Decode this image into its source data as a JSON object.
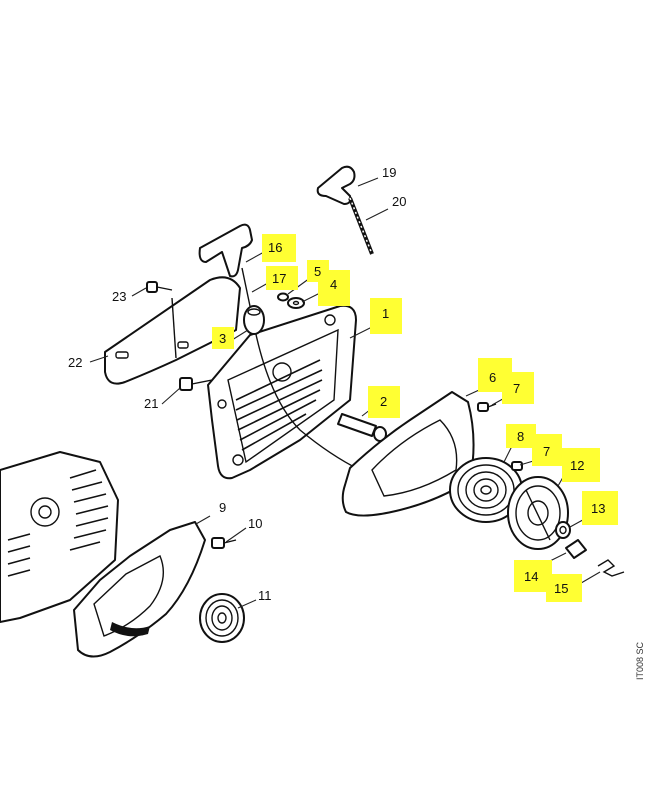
{
  "figure_code": "IT008 SC",
  "callouts": [
    {
      "id": "c1",
      "label": "1",
      "highlight": true
    },
    {
      "id": "c2",
      "label": "2",
      "highlight": true
    },
    {
      "id": "c3",
      "label": "3",
      "highlight": true
    },
    {
      "id": "c4",
      "label": "4",
      "highlight": true
    },
    {
      "id": "c5",
      "label": "5",
      "highlight": true
    },
    {
      "id": "c6",
      "label": "6",
      "highlight": true
    },
    {
      "id": "c7a",
      "label": "7",
      "highlight": true
    },
    {
      "id": "c7b",
      "label": "7",
      "highlight": true
    },
    {
      "id": "c8",
      "label": "8",
      "highlight": true
    },
    {
      "id": "c9",
      "label": "9",
      "highlight": false
    },
    {
      "id": "c10",
      "label": "10",
      "highlight": false
    },
    {
      "id": "c11",
      "label": "11",
      "highlight": false
    },
    {
      "id": "c12",
      "label": "12",
      "highlight": true
    },
    {
      "id": "c13",
      "label": "13",
      "highlight": true
    },
    {
      "id": "c14",
      "label": "14",
      "highlight": true
    },
    {
      "id": "c15",
      "label": "15",
      "highlight": true
    },
    {
      "id": "c16",
      "label": "16",
      "highlight": true
    },
    {
      "id": "c17",
      "label": "17",
      "highlight": true
    },
    {
      "id": "c19",
      "label": "19",
      "highlight": false
    },
    {
      "id": "c20",
      "label": "20",
      "highlight": false
    },
    {
      "id": "c21",
      "label": "21",
      "highlight": false
    },
    {
      "id": "c22",
      "label": "22",
      "highlight": false
    },
    {
      "id": "c23",
      "label": "23",
      "highlight": false
    }
  ],
  "colors": {
    "highlight": "#ffff33",
    "ink": "#111111",
    "background": "#ffffff"
  }
}
